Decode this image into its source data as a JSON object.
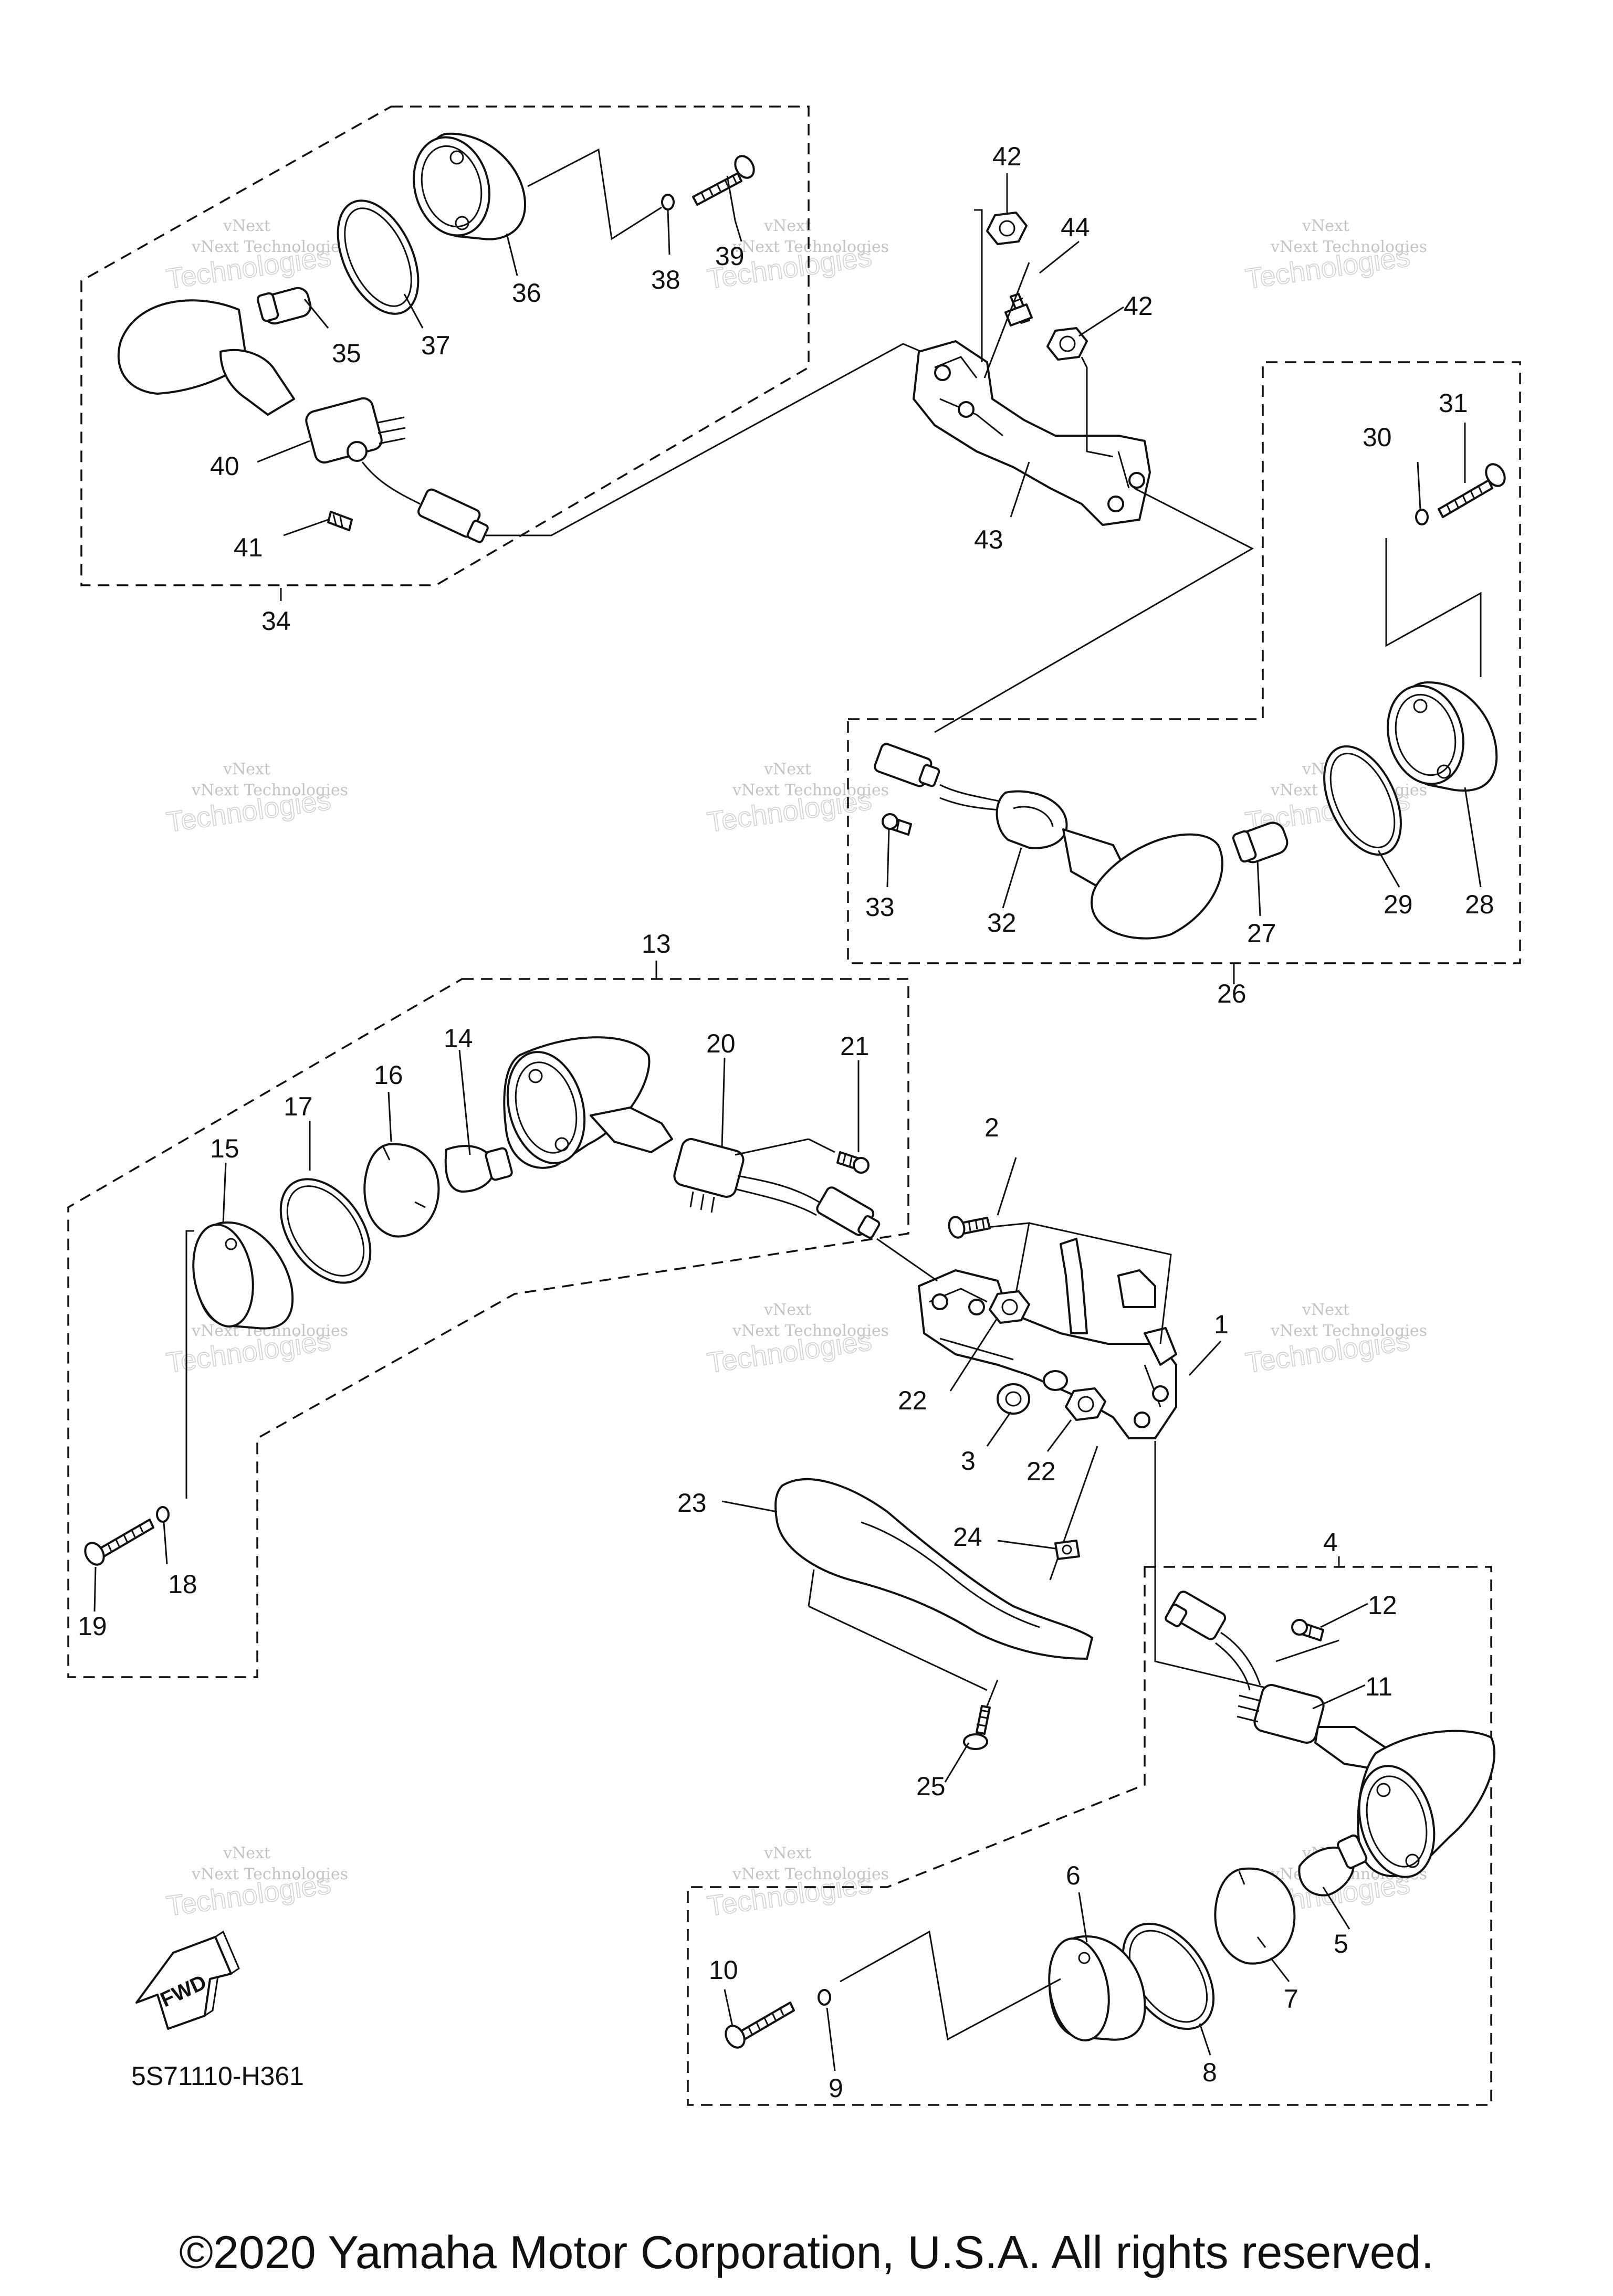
{
  "diagram": {
    "drawing_code": "5S71110-H361",
    "copyright": "©2020 Yamaha Motor Corporation, U.S.A. All rights reserved.",
    "fwd_label": "FWD",
    "watermark": {
      "line1": "vNext",
      "line2": "vNext Technologies",
      "line3": "Technologies"
    },
    "callouts": [
      {
        "id": "1",
        "label": "1"
      },
      {
        "id": "2",
        "label": "2"
      },
      {
        "id": "3",
        "label": "3"
      },
      {
        "id": "4",
        "label": "4"
      },
      {
        "id": "5",
        "label": "5"
      },
      {
        "id": "6",
        "label": "6"
      },
      {
        "id": "7",
        "label": "7"
      },
      {
        "id": "8",
        "label": "8"
      },
      {
        "id": "9",
        "label": "9"
      },
      {
        "id": "10",
        "label": "10"
      },
      {
        "id": "11",
        "label": "11"
      },
      {
        "id": "12",
        "label": "12"
      },
      {
        "id": "13",
        "label": "13"
      },
      {
        "id": "14",
        "label": "14"
      },
      {
        "id": "15",
        "label": "15"
      },
      {
        "id": "16",
        "label": "16"
      },
      {
        "id": "17",
        "label": "17"
      },
      {
        "id": "18",
        "label": "18"
      },
      {
        "id": "19",
        "label": "19"
      },
      {
        "id": "20",
        "label": "20"
      },
      {
        "id": "21",
        "label": "21"
      },
      {
        "id": "22a",
        "label": "22"
      },
      {
        "id": "22b",
        "label": "22"
      },
      {
        "id": "23",
        "label": "23"
      },
      {
        "id": "24",
        "label": "24"
      },
      {
        "id": "25",
        "label": "25"
      },
      {
        "id": "26",
        "label": "26"
      },
      {
        "id": "27",
        "label": "27"
      },
      {
        "id": "28",
        "label": "28"
      },
      {
        "id": "29",
        "label": "29"
      },
      {
        "id": "30",
        "label": "30"
      },
      {
        "id": "31",
        "label": "31"
      },
      {
        "id": "32",
        "label": "32"
      },
      {
        "id": "33",
        "label": "33"
      },
      {
        "id": "34",
        "label": "34"
      },
      {
        "id": "35",
        "label": "35"
      },
      {
        "id": "36",
        "label": "36"
      },
      {
        "id": "37",
        "label": "37"
      },
      {
        "id": "38",
        "label": "38"
      },
      {
        "id": "39",
        "label": "39"
      },
      {
        "id": "40",
        "label": "40"
      },
      {
        "id": "41",
        "label": "41"
      },
      {
        "id": "42a",
        "label": "42"
      },
      {
        "id": "42b",
        "label": "42"
      },
      {
        "id": "43",
        "label": "43"
      },
      {
        "id": "44",
        "label": "44"
      }
    ]
  }
}
